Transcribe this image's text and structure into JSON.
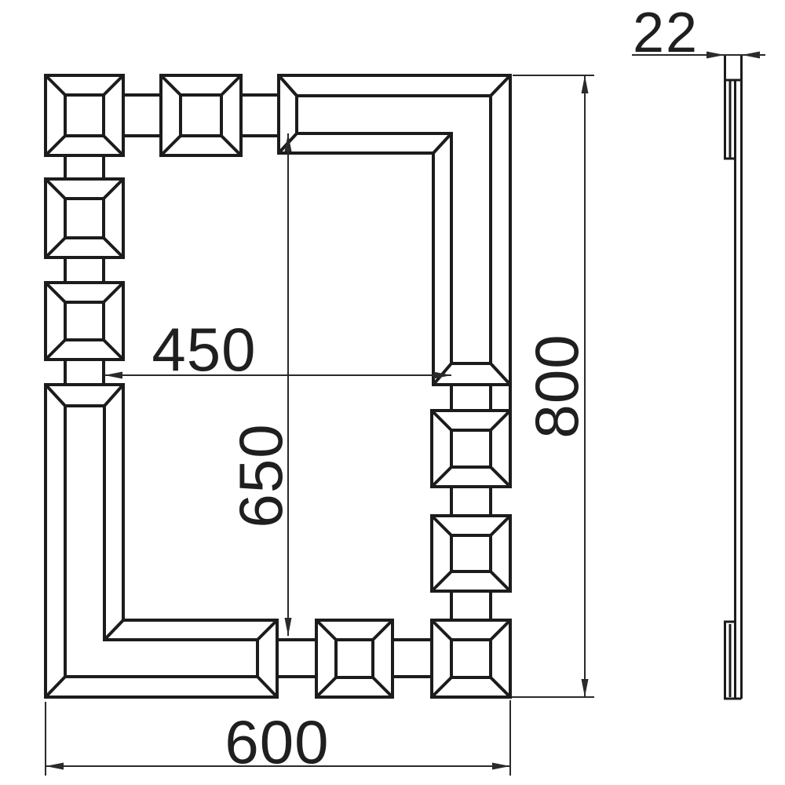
{
  "drawing": {
    "type": "technical-drawing",
    "line_color": "#1c1c1c",
    "background_color": "#ffffff",
    "dimensions": {
      "inner_width_label": "450",
      "inner_height_label": "650",
      "overall_height_label": "800",
      "overall_width_label": "600",
      "thickness_label": "22"
    }
  }
}
